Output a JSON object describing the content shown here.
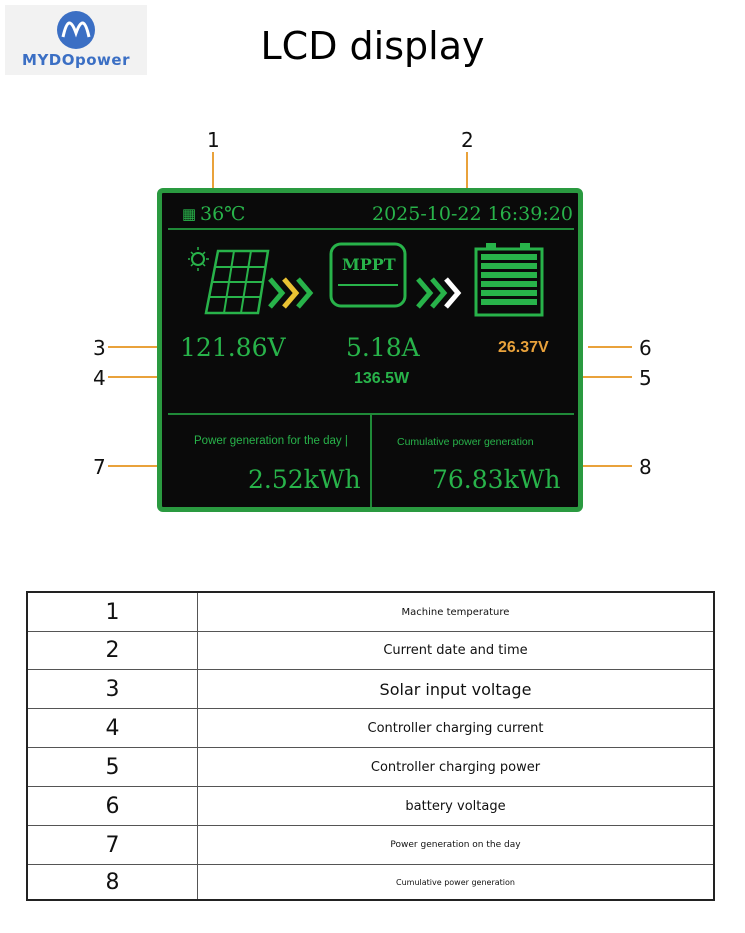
{
  "logo": {
    "text": "MYDOpower"
  },
  "title": "LCD display",
  "callouts": [
    "1",
    "2",
    "3",
    "4",
    "5",
    "6",
    "7",
    "8"
  ],
  "lcd": {
    "temperature": "36℃",
    "datetime": "2025-10-22 16:39:20",
    "mppt_label": "MPPT",
    "solar_voltage": "121.86V",
    "charge_current": "5.18A",
    "battery_voltage": "26.37V",
    "charge_power": "136.5W",
    "day_label": "Power generation for the day |",
    "cumulative_label": "Cumulative power generation",
    "day_value": "2.52kWh",
    "cumulative_value": "76.83kWh"
  },
  "table": {
    "rows": [
      {
        "num": "1",
        "desc": "Machine temperature"
      },
      {
        "num": "2",
        "desc": "Current date and time"
      },
      {
        "num": "3",
        "desc": "Solar input voltage"
      },
      {
        "num": "4",
        "desc": "Controller charging current"
      },
      {
        "num": "5",
        "desc": "Controller charging power"
      },
      {
        "num": "6",
        "desc": "battery voltage"
      },
      {
        "num": "7",
        "desc": "Power generation on the day"
      },
      {
        "num": "8",
        "desc": "Cumulative power generation"
      }
    ]
  },
  "colors": {
    "lcd_green": "#28b34a",
    "callout_line": "#e9a23b",
    "battery_value": "#e9a23b",
    "frame": "#2a9a40"
  }
}
